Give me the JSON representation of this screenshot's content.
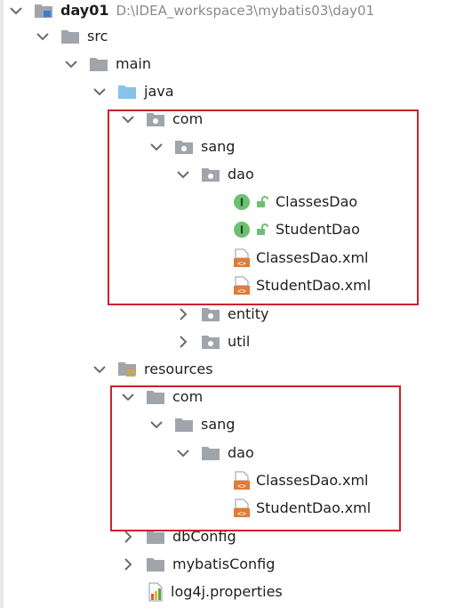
{
  "project": {
    "name": "day01",
    "path": "D:\\IDEA_workspace3\\mybatis03\\day01"
  },
  "tree": {
    "src": "src",
    "main": "main",
    "java": "java",
    "java_com": "com",
    "java_sang": "sang",
    "java_dao": "dao",
    "classes_dao": "ClassesDao",
    "student_dao": "StudentDao",
    "java_classes_xml": "ClassesDao.xml",
    "java_student_xml": "StudentDao.xml",
    "entity": "entity",
    "util": "util",
    "resources": "resources",
    "res_com": "com",
    "res_sang": "sang",
    "res_dao": "dao",
    "res_classes_xml": "ClassesDao.xml",
    "res_student_xml": "StudentDao.xml",
    "db_config": "dbConfig",
    "mybatis_config": "mybatisConfig",
    "log4j": "log4j.properties"
  },
  "icons": {
    "interface_badge": "I"
  },
  "colors": {
    "highlight_border": "#c8232c",
    "folder": "#a0a5ab",
    "source_folder": "#87c3e6",
    "interface_green": "#6fbf73",
    "xml_orange": "#e07b39"
  }
}
